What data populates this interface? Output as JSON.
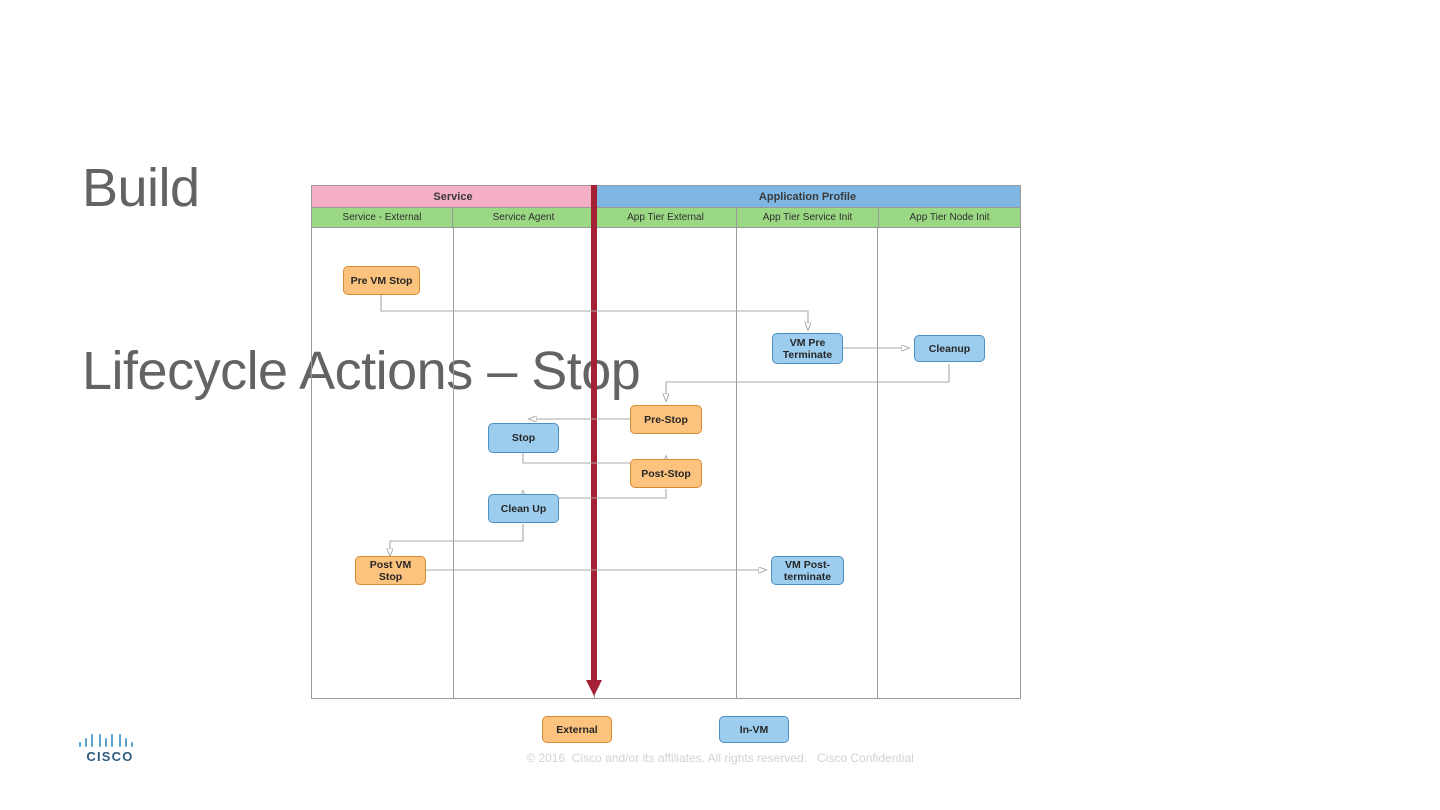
{
  "slide": {
    "title_line1": "Build",
    "title_line2": "Lifecycle Actions – Stop"
  },
  "diagram": {
    "type": "swimlane-flowchart",
    "group_headers": [
      {
        "label": "Service",
        "color": "#F4AFC6"
      },
      {
        "label": "Application Profile",
        "color": "#7EB7E3"
      }
    ],
    "lanes": [
      {
        "label": "Service - External"
      },
      {
        "label": "Service Agent"
      },
      {
        "label": "App Tier External"
      },
      {
        "label": "App Tier Service Init"
      },
      {
        "label": "App Tier Node Init"
      }
    ],
    "divider_color": "#A32035",
    "nodes": [
      {
        "id": "pre-vm-stop",
        "label": "Pre VM Stop",
        "kind": "external",
        "lane": "Service - External"
      },
      {
        "id": "vm-pre-terminate",
        "label": "VM Pre Terminate",
        "kind": "invm",
        "lane": "App Tier Service Init"
      },
      {
        "id": "cleanup",
        "label": "Cleanup",
        "kind": "invm",
        "lane": "App Tier Node Init"
      },
      {
        "id": "pre-stop",
        "label": "Pre-Stop",
        "kind": "external",
        "lane": "App Tier External"
      },
      {
        "id": "stop",
        "label": "Stop",
        "kind": "invm",
        "lane": "Service Agent"
      },
      {
        "id": "post-stop",
        "label": "Post-Stop",
        "kind": "external",
        "lane": "App Tier External"
      },
      {
        "id": "clean-up",
        "label": "Clean Up",
        "kind": "invm",
        "lane": "Service Agent"
      },
      {
        "id": "post-vm-stop",
        "label": "Post VM Stop",
        "kind": "external",
        "lane": "Service - External"
      },
      {
        "id": "vm-post-terminate",
        "label": "VM Post-terminate",
        "kind": "invm",
        "lane": "App Tier Service Init"
      }
    ],
    "edges": [
      {
        "from": "pre-vm-stop",
        "to": "vm-pre-terminate"
      },
      {
        "from": "vm-pre-terminate",
        "to": "cleanup"
      },
      {
        "from": "cleanup",
        "to": "pre-stop"
      },
      {
        "from": "pre-stop",
        "to": "stop"
      },
      {
        "from": "stop",
        "to": "post-stop"
      },
      {
        "from": "post-stop",
        "to": "clean-up"
      },
      {
        "from": "clean-up",
        "to": "post-vm-stop"
      },
      {
        "from": "post-vm-stop",
        "to": "vm-post-terminate"
      }
    ]
  },
  "legend": [
    {
      "label": "External",
      "color": "#FBC37E"
    },
    {
      "label": "In-VM",
      "color": "#9CCDEE"
    }
  ],
  "footer": {
    "copyright": "© 2016  Cisco and/or its affiliates. All rights reserved.   Cisco Confidential",
    "brand": "CISCO"
  }
}
